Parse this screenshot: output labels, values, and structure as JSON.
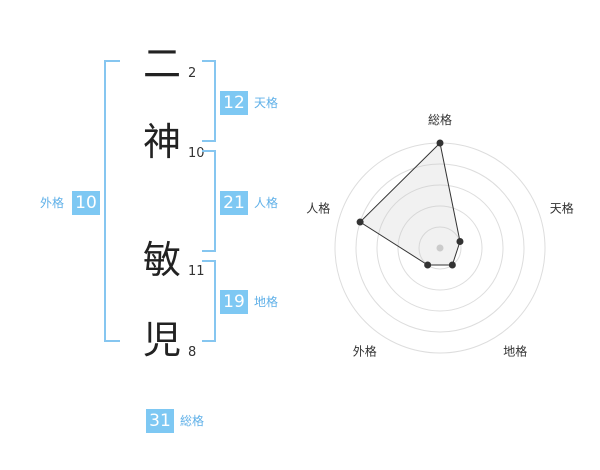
{
  "name": {
    "chars": [
      {
        "char": "二",
        "strokes": "2"
      },
      {
        "char": "神",
        "strokes": "10"
      },
      {
        "char": "敏",
        "strokes": "11"
      },
      {
        "char": "児",
        "strokes": "8"
      }
    ]
  },
  "fortunes": {
    "tenkaku": {
      "label": "天格",
      "value": "12"
    },
    "jinkaku": {
      "label": "人格",
      "value": "21"
    },
    "chikaku": {
      "label": "地格",
      "value": "19"
    },
    "gaikaku": {
      "label": "外格",
      "value": "10"
    },
    "soukaku": {
      "label": "総格",
      "value": "31"
    }
  },
  "colors": {
    "accent": "#7ec8f3",
    "bracket": "#86c6f0",
    "label": "#5fb0e8"
  },
  "chart_data": {
    "type": "radar",
    "axes": [
      "総格",
      "天格",
      "地格",
      "外格",
      "人格"
    ],
    "values": [
      5,
      1,
      1,
      1,
      4
    ],
    "max": 5,
    "grid_levels": 5
  }
}
